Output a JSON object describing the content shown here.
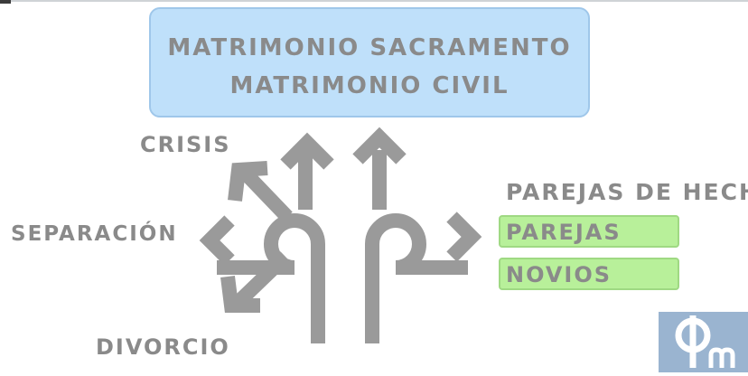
{
  "title_box": {
    "line1": "MATRIMONIO SACRAMENTO",
    "line2": "MATRIMONIO CIVIL"
  },
  "labels": {
    "crisis": "CRISIS",
    "separacion": "SEPARACIÓN",
    "divorcio": "DIVORCIO",
    "parejas_de_hecho": "PAREJAS DE HECHO"
  },
  "boxes": {
    "parejas": "PAREJAS",
    "novios": "NOVIOS"
  },
  "colors": {
    "text_gray": "#8a8a8a",
    "arrow_gray": "#9a9a9a",
    "title_box_blue": "#bfe0fa",
    "green_box": "#b8f09a",
    "logo_blue": "#9ab4d0"
  },
  "icons": {
    "logo": "pm-logo-icon"
  }
}
